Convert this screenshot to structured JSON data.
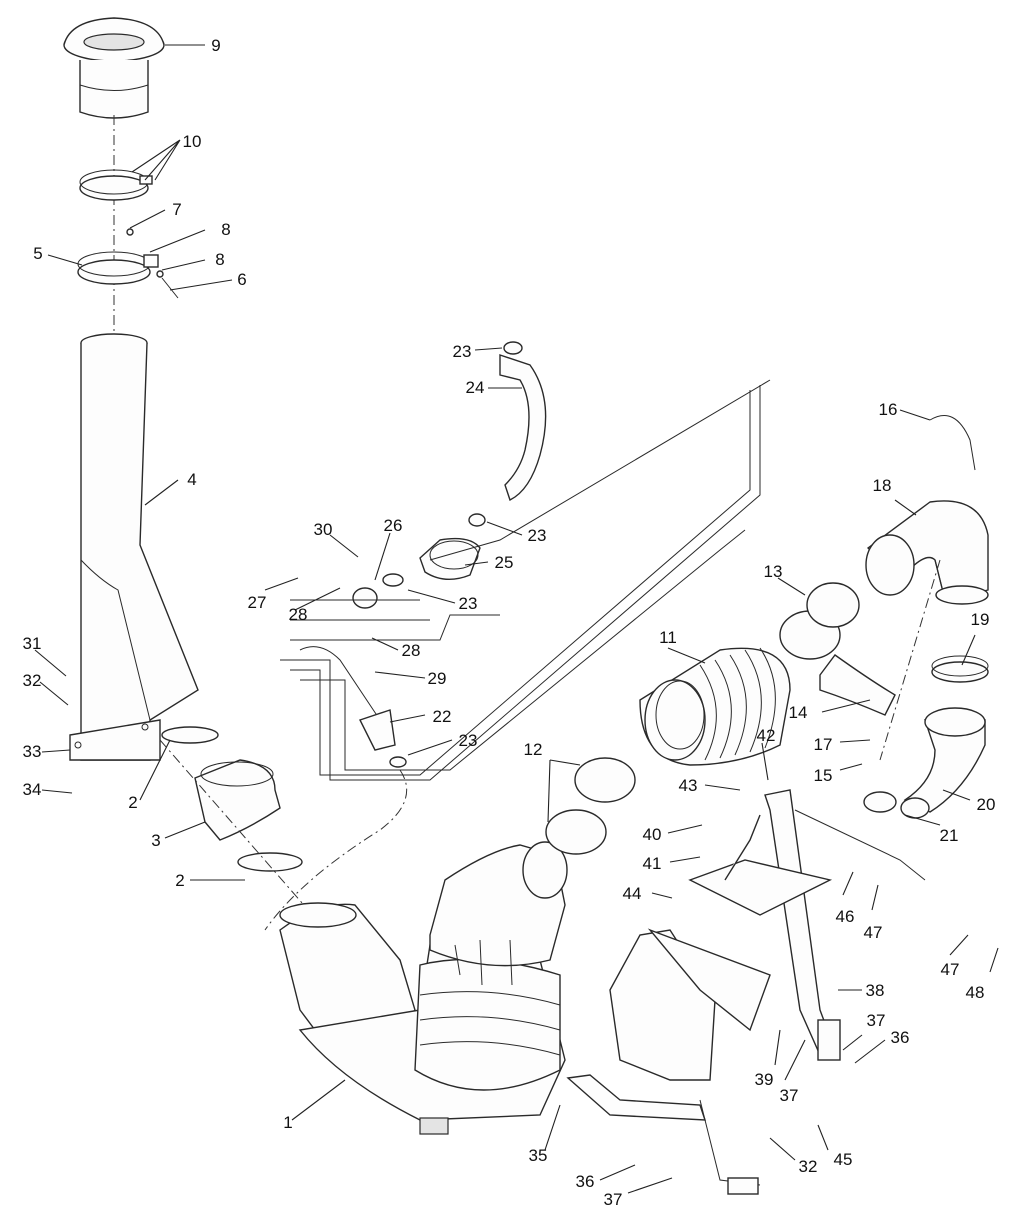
{
  "diagram": {
    "callouts": [
      {
        "label": "9"
      },
      {
        "label": "10"
      },
      {
        "label": "7"
      },
      {
        "label": "8"
      },
      {
        "label": "5"
      },
      {
        "label": "8"
      },
      {
        "label": "6"
      },
      {
        "label": "4"
      },
      {
        "label": "31"
      },
      {
        "label": "32"
      },
      {
        "label": "33"
      },
      {
        "label": "34"
      },
      {
        "label": "2"
      },
      {
        "label": "3"
      },
      {
        "label": "2"
      },
      {
        "label": "23"
      },
      {
        "label": "24"
      },
      {
        "label": "23"
      },
      {
        "label": "30"
      },
      {
        "label": "26"
      },
      {
        "label": "25"
      },
      {
        "label": "27"
      },
      {
        "label": "28"
      },
      {
        "label": "23"
      },
      {
        "label": "28"
      },
      {
        "label": "29"
      },
      {
        "label": "22"
      },
      {
        "label": "23"
      },
      {
        "label": "16"
      },
      {
        "label": "18"
      },
      {
        "label": "13"
      },
      {
        "label": "11"
      },
      {
        "label": "19"
      },
      {
        "label": "14"
      },
      {
        "label": "42"
      },
      {
        "label": "17"
      },
      {
        "label": "43"
      },
      {
        "label": "15"
      },
      {
        "label": "12"
      },
      {
        "label": "20"
      },
      {
        "label": "21"
      },
      {
        "label": "40"
      },
      {
        "label": "41"
      },
      {
        "label": "44"
      },
      {
        "label": "46"
      },
      {
        "label": "47"
      },
      {
        "label": "47"
      },
      {
        "label": "48"
      },
      {
        "label": "38"
      },
      {
        "label": "37"
      },
      {
        "label": "36"
      },
      {
        "label": "39"
      },
      {
        "label": "37"
      },
      {
        "label": "1"
      },
      {
        "label": "35"
      },
      {
        "label": "32"
      },
      {
        "label": "45"
      },
      {
        "label": "36"
      },
      {
        "label": "37"
      }
    ]
  }
}
